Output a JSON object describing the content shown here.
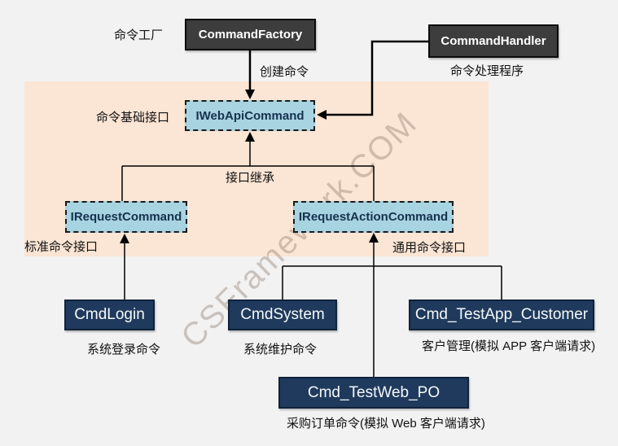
{
  "diagram": {
    "factory": {
      "label": "CommandFactory",
      "caption": "命令工厂"
    },
    "handler": {
      "label": "CommandHandler",
      "caption": "命令处理程序"
    },
    "webapi": {
      "label": "IWebApiCommand",
      "caption": "命令基础接口"
    },
    "request": {
      "label": "IRequestCommand",
      "caption": "标准命令接口"
    },
    "request_action": {
      "label": "IRequestActionCommand",
      "caption": "通用命令接口"
    },
    "cmd_login": {
      "label": "CmdLogin",
      "caption": "系统登录命令"
    },
    "cmd_system": {
      "label": "CmdSystem",
      "caption": "系统维护命令"
    },
    "cmd_testapp": {
      "label": "Cmd_TestApp_Customer",
      "caption": "客户管理(模拟 APP 客户端请求)"
    },
    "cmd_testweb": {
      "label": "Cmd_TestWeb_PO",
      "caption": "采购订单命令(模拟 Web 客户端请求)"
    },
    "edges": {
      "create_command": "创建命令",
      "interface_inherit": "接口继承"
    },
    "watermark": "CSFramework.COM"
  },
  "colors": {
    "background": "#f2f2f2",
    "panel": "#fbe5d4",
    "dark_box": "#3d3d3d",
    "interface_box": "#a8d3e0",
    "command_box": "#1f3a5c",
    "line": "#000000"
  }
}
